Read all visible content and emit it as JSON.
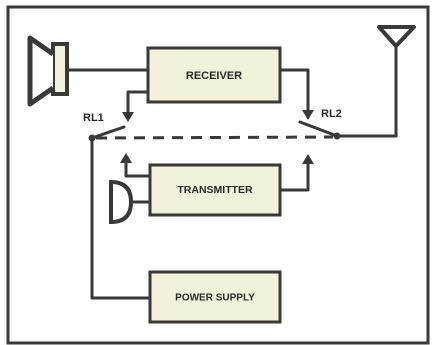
{
  "diagram": {
    "blocks": {
      "receiver": "RECEIVER",
      "transmitter": "TRANSMITTER",
      "power_supply": "POWER SUPPLY"
    },
    "relays": {
      "rl1": "RL1",
      "rl2": "RL2"
    },
    "components": [
      "loudspeaker",
      "microphone",
      "antenna"
    ],
    "colors": {
      "line": "#3a3838",
      "block_fill": "#f2f1d9",
      "background": "#ffffff"
    }
  }
}
